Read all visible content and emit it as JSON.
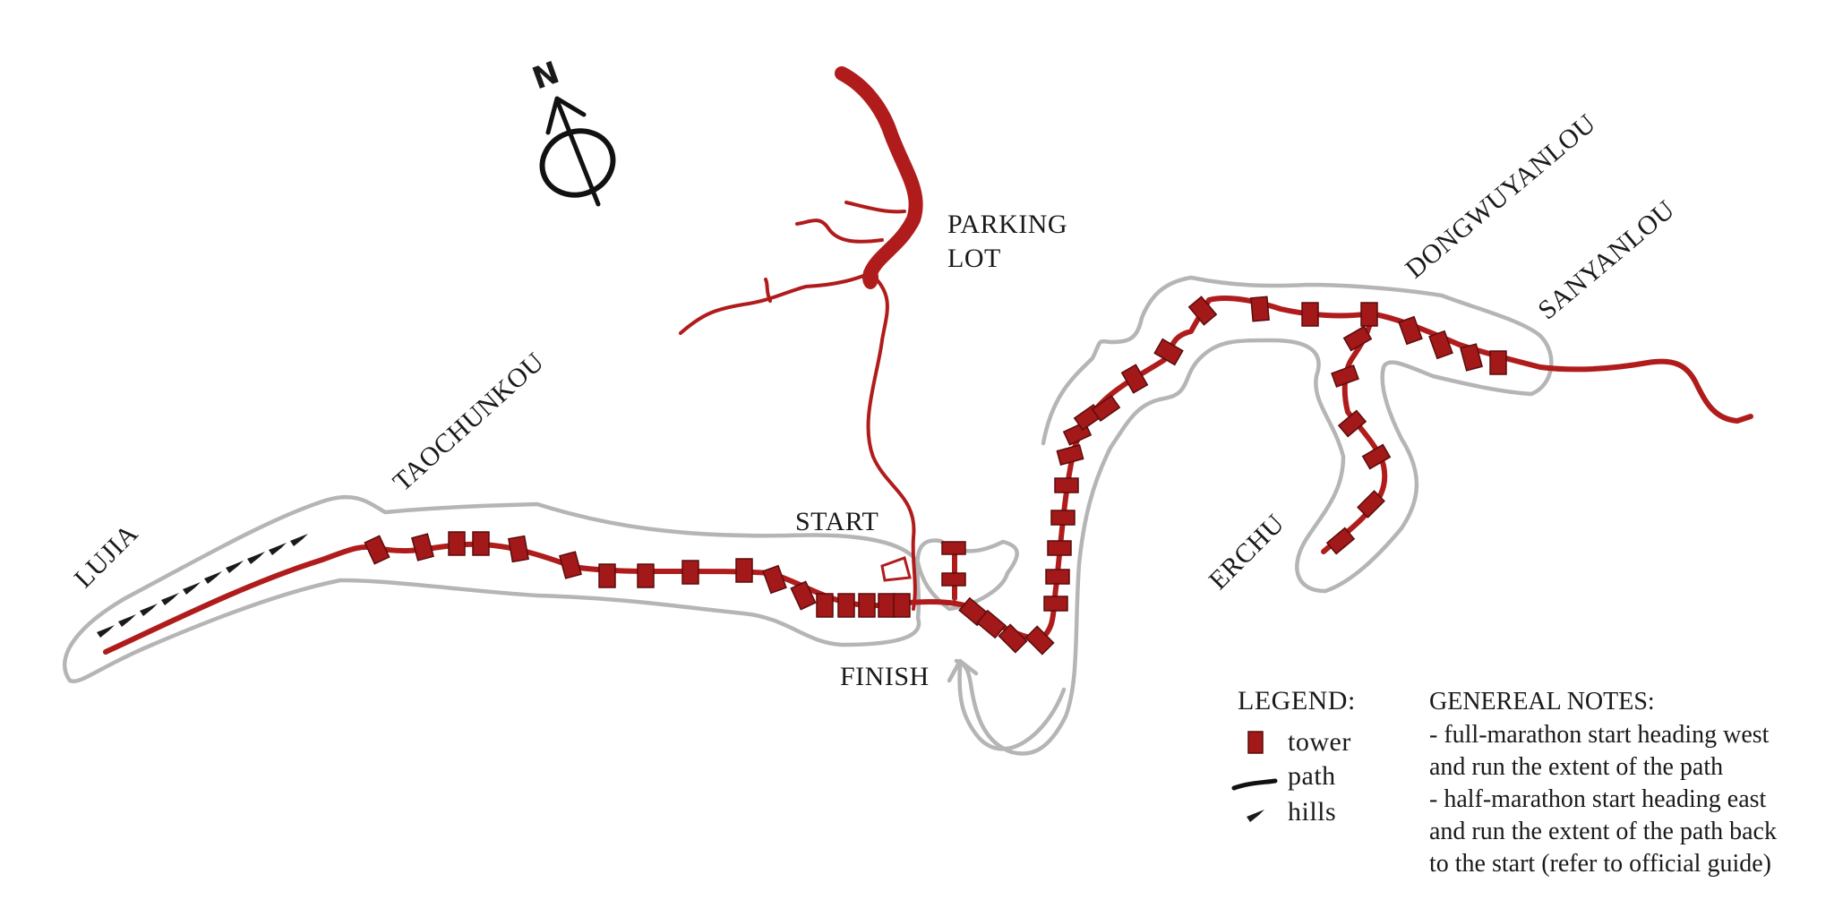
{
  "map": {
    "compass_letter": "N",
    "labels": {
      "lujia": "LUJIA",
      "taochunkou": "TAOCHUNKOU",
      "start": "START",
      "finish": "FINISH",
      "parking_line1": "PARKING",
      "parking_line2": "LOT",
      "dongwuyanlou": "DONGWUYANLOU",
      "sanyanlou": "SANYANLOU",
      "erchu": "ERCHU"
    },
    "colors": {
      "wall": "#b01c1c",
      "tower": "#a31818",
      "buffer": "#b5b5b5",
      "hills": "#1a1a1a"
    },
    "icons": {
      "tower": "tower-icon",
      "path": "path-icon",
      "hills": "hill-icon",
      "north": "north-arrow-icon"
    }
  },
  "legend": {
    "title": "LEGEND:",
    "items": [
      {
        "label": "tower",
        "icon": "tower-icon"
      },
      {
        "label": "path",
        "icon": "path-icon"
      },
      {
        "label": "hills",
        "icon": "hill-icon"
      }
    ]
  },
  "notes": {
    "title": "GENEREAL NOTES:",
    "lines": [
      "- full-marathon start heading west",
      "and run the extent of the path",
      "- half-marathon start heading east",
      "and run the extent of the path back",
      "to the start (refer to official guide)"
    ]
  }
}
